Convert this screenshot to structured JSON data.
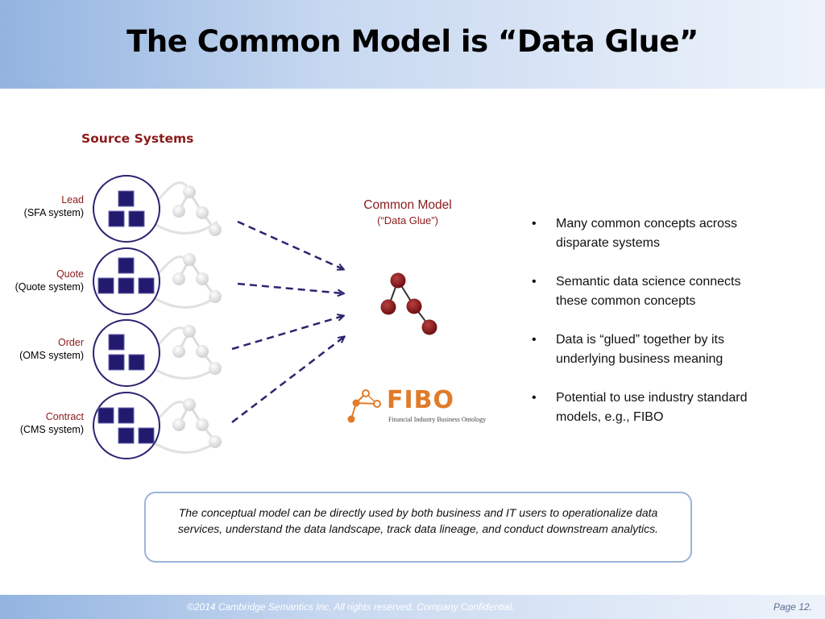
{
  "title": "The Common Model is “Data Glue”",
  "source_systems": {
    "label": "Source Systems",
    "items": [
      {
        "name": "Lead",
        "system": "(SFA system)"
      },
      {
        "name": "Quote",
        "system": "(Quote system)"
      },
      {
        "name": "Order",
        "system": "(OMS system)"
      },
      {
        "name": "Contract",
        "system": "(CMS system)"
      }
    ]
  },
  "common_model": {
    "title": "Common Model",
    "subtitle": "(“Data Glue”)"
  },
  "logo": {
    "word": "FIBO",
    "subtitle": "Financial Industry Business Ontology",
    "color": "#e07b2a"
  },
  "bullets": [
    "Many common concepts across disparate systems",
    "Semantic data science connects these common concepts",
    "Data is “glued” together by its underlying business meaning",
    "Potential to use industry standard models, e.g., FIBO"
  ],
  "callout": "The conceptual model can be directly used by both business and IT users to operationalize data services, understand the data landscape, track data lineage, and conduct downstream analytics.",
  "footer": {
    "copyright": "©2014 Cambridge Semantics Inc. All rights reserved. Company Confidential.",
    "page": "Page 12."
  },
  "colors": {
    "accent_red": "#8b1a1a",
    "node_fill": "#8b1a1a",
    "block_fill": "#221a6e",
    "arrow": "#2a2570",
    "header_gradient_start": "#93b4e0"
  }
}
